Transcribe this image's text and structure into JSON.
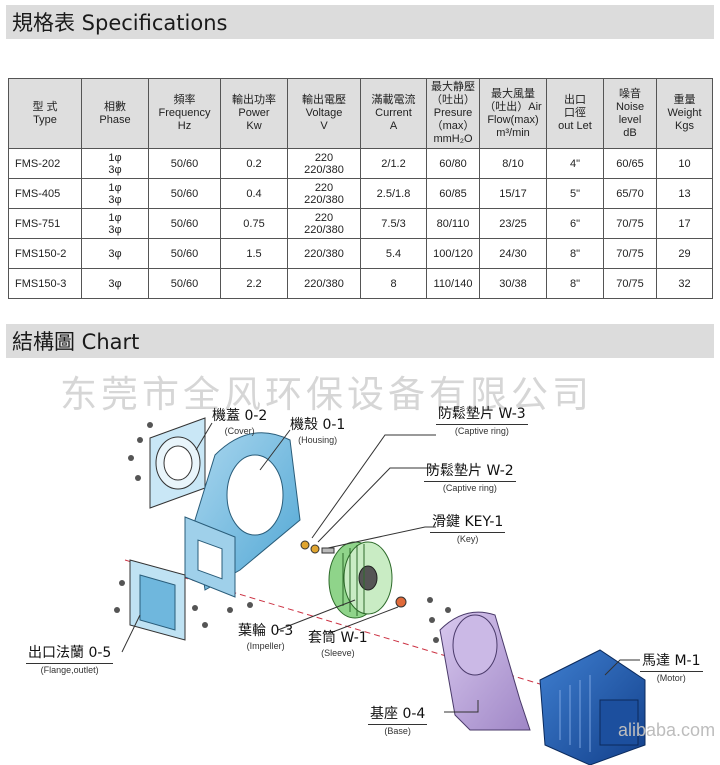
{
  "spec_section": {
    "title": "規格表 Specifications"
  },
  "spec_table": {
    "headers": [
      [
        "型 式",
        "Type"
      ],
      [
        "相數",
        "Phase"
      ],
      [
        "頻率",
        "Frequency",
        "Hz"
      ],
      [
        "輸出功率",
        "Power",
        "Kw"
      ],
      [
        "輸出電壓",
        "Voltage",
        "V"
      ],
      [
        "滿載電流",
        "Current",
        "A"
      ],
      [
        "最大静壓",
        "（吐出）",
        "Presure",
        "（max）",
        "mmH₂O"
      ],
      [
        "最大風量",
        "（吐出）Air",
        "Flow(max)",
        "m³/min"
      ],
      [
        "出口",
        "口徑",
        "out Let"
      ],
      [
        "噪音",
        "Noise",
        "level",
        "dB"
      ],
      [
        "重量",
        "Weight",
        "Kgs"
      ]
    ],
    "rows": [
      {
        "type": "FMS-202",
        "phase": [
          "1φ",
          "3φ"
        ],
        "freq": "50/60",
        "power": "0.2",
        "voltage": [
          "220",
          "220/380"
        ],
        "current": "2/1.2",
        "pressure": "60/80",
        "flow": "8/10",
        "outlet": "4\"",
        "noise": "60/65",
        "weight": "10"
      },
      {
        "type": "FMS-405",
        "phase": [
          "1φ",
          "3φ"
        ],
        "freq": "50/60",
        "power": "0.4",
        "voltage": [
          "220",
          "220/380"
        ],
        "current": "2.5/1.8",
        "pressure": "60/85",
        "flow": "15/17",
        "outlet": "5\"",
        "noise": "65/70",
        "weight": "13"
      },
      {
        "type": "FMS-751",
        "phase": [
          "1φ",
          "3φ"
        ],
        "freq": "50/60",
        "power": "0.75",
        "voltage": [
          "220",
          "220/380"
        ],
        "current": "7.5/3",
        "pressure": "80/110",
        "flow": "23/25",
        "outlet": "6\"",
        "noise": "70/75",
        "weight": "17"
      },
      {
        "type": "FMS150-2",
        "phase": [
          "3φ"
        ],
        "freq": "50/60",
        "power": "1.5",
        "voltage": [
          "220/380"
        ],
        "current": "5.4",
        "pressure": "100/120",
        "flow": "24/30",
        "outlet": "8\"",
        "noise": "70/75",
        "weight": "29"
      },
      {
        "type": "FMS150-3",
        "phase": [
          "3φ"
        ],
        "freq": "50/60",
        "power": "2.2",
        "voltage": [
          "220/380"
        ],
        "current": "8",
        "pressure": "110/140",
        "flow": "30/38",
        "outlet": "8\"",
        "noise": "70/75",
        "weight": "32"
      }
    ]
  },
  "chart_section": {
    "title": "結構圖 Chart"
  },
  "watermark": {
    "company": "东莞市全风环保设备有限公司",
    "site": "alibaba.com"
  },
  "parts": {
    "cover": {
      "zh": "機蓋 0-2",
      "en": "(Cover)"
    },
    "housing": {
      "zh": "機殼 0-1",
      "en": "(Housing)"
    },
    "captive_ring_3": {
      "zh": "防鬆墊片 W-3",
      "en": "(Captive ring)"
    },
    "captive_ring_2": {
      "zh": "防鬆墊片 W-2",
      "en": "(Captive ring)"
    },
    "key": {
      "zh": "滑鍵 KEY-1",
      "en": "(Key)"
    },
    "impeller": {
      "zh": "葉輪 0-3",
      "en": "(Impeller)"
    },
    "sleeve": {
      "zh": "套筒 W-1",
      "en": "(Sleeve)"
    },
    "flange": {
      "zh": "出口法蘭 0-5",
      "en": "(Flange,outlet)"
    },
    "motor": {
      "zh": "馬達 M-1",
      "en": "(Motor)"
    },
    "base": {
      "zh": "基座 0-4",
      "en": "(Base)"
    }
  }
}
